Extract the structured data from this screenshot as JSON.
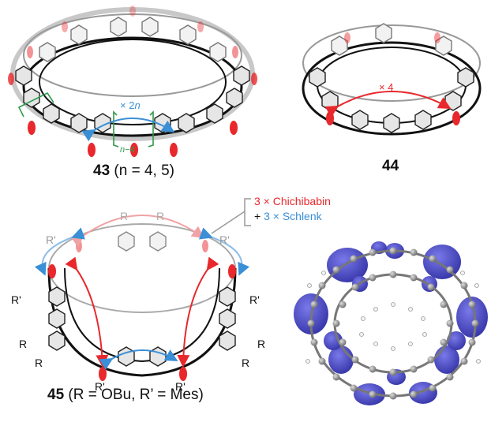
{
  "compounds": {
    "c43": {
      "number": "43",
      "condition": "(n = 4, 5)",
      "multiplier": "× 2",
      "multiplier_var": "n",
      "subscript": "n−4"
    },
    "c44": {
      "number": "44",
      "multiplier": "× 4"
    },
    "c45": {
      "number": "45",
      "condition": "(R = OBu, R’ = Mes)"
    }
  },
  "annotation": {
    "line1": "3 × Chichibabin",
    "line2_prefix": "+ ",
    "line2": "3 × Schlenk"
  },
  "substituents": {
    "R": "R",
    "Rp": "R'"
  },
  "colors": {
    "red": "#e8282c",
    "blue": "#3a8fd6",
    "green": "#2e9a4a",
    "orbital": "#2a2ab8",
    "bond": "#111111"
  }
}
